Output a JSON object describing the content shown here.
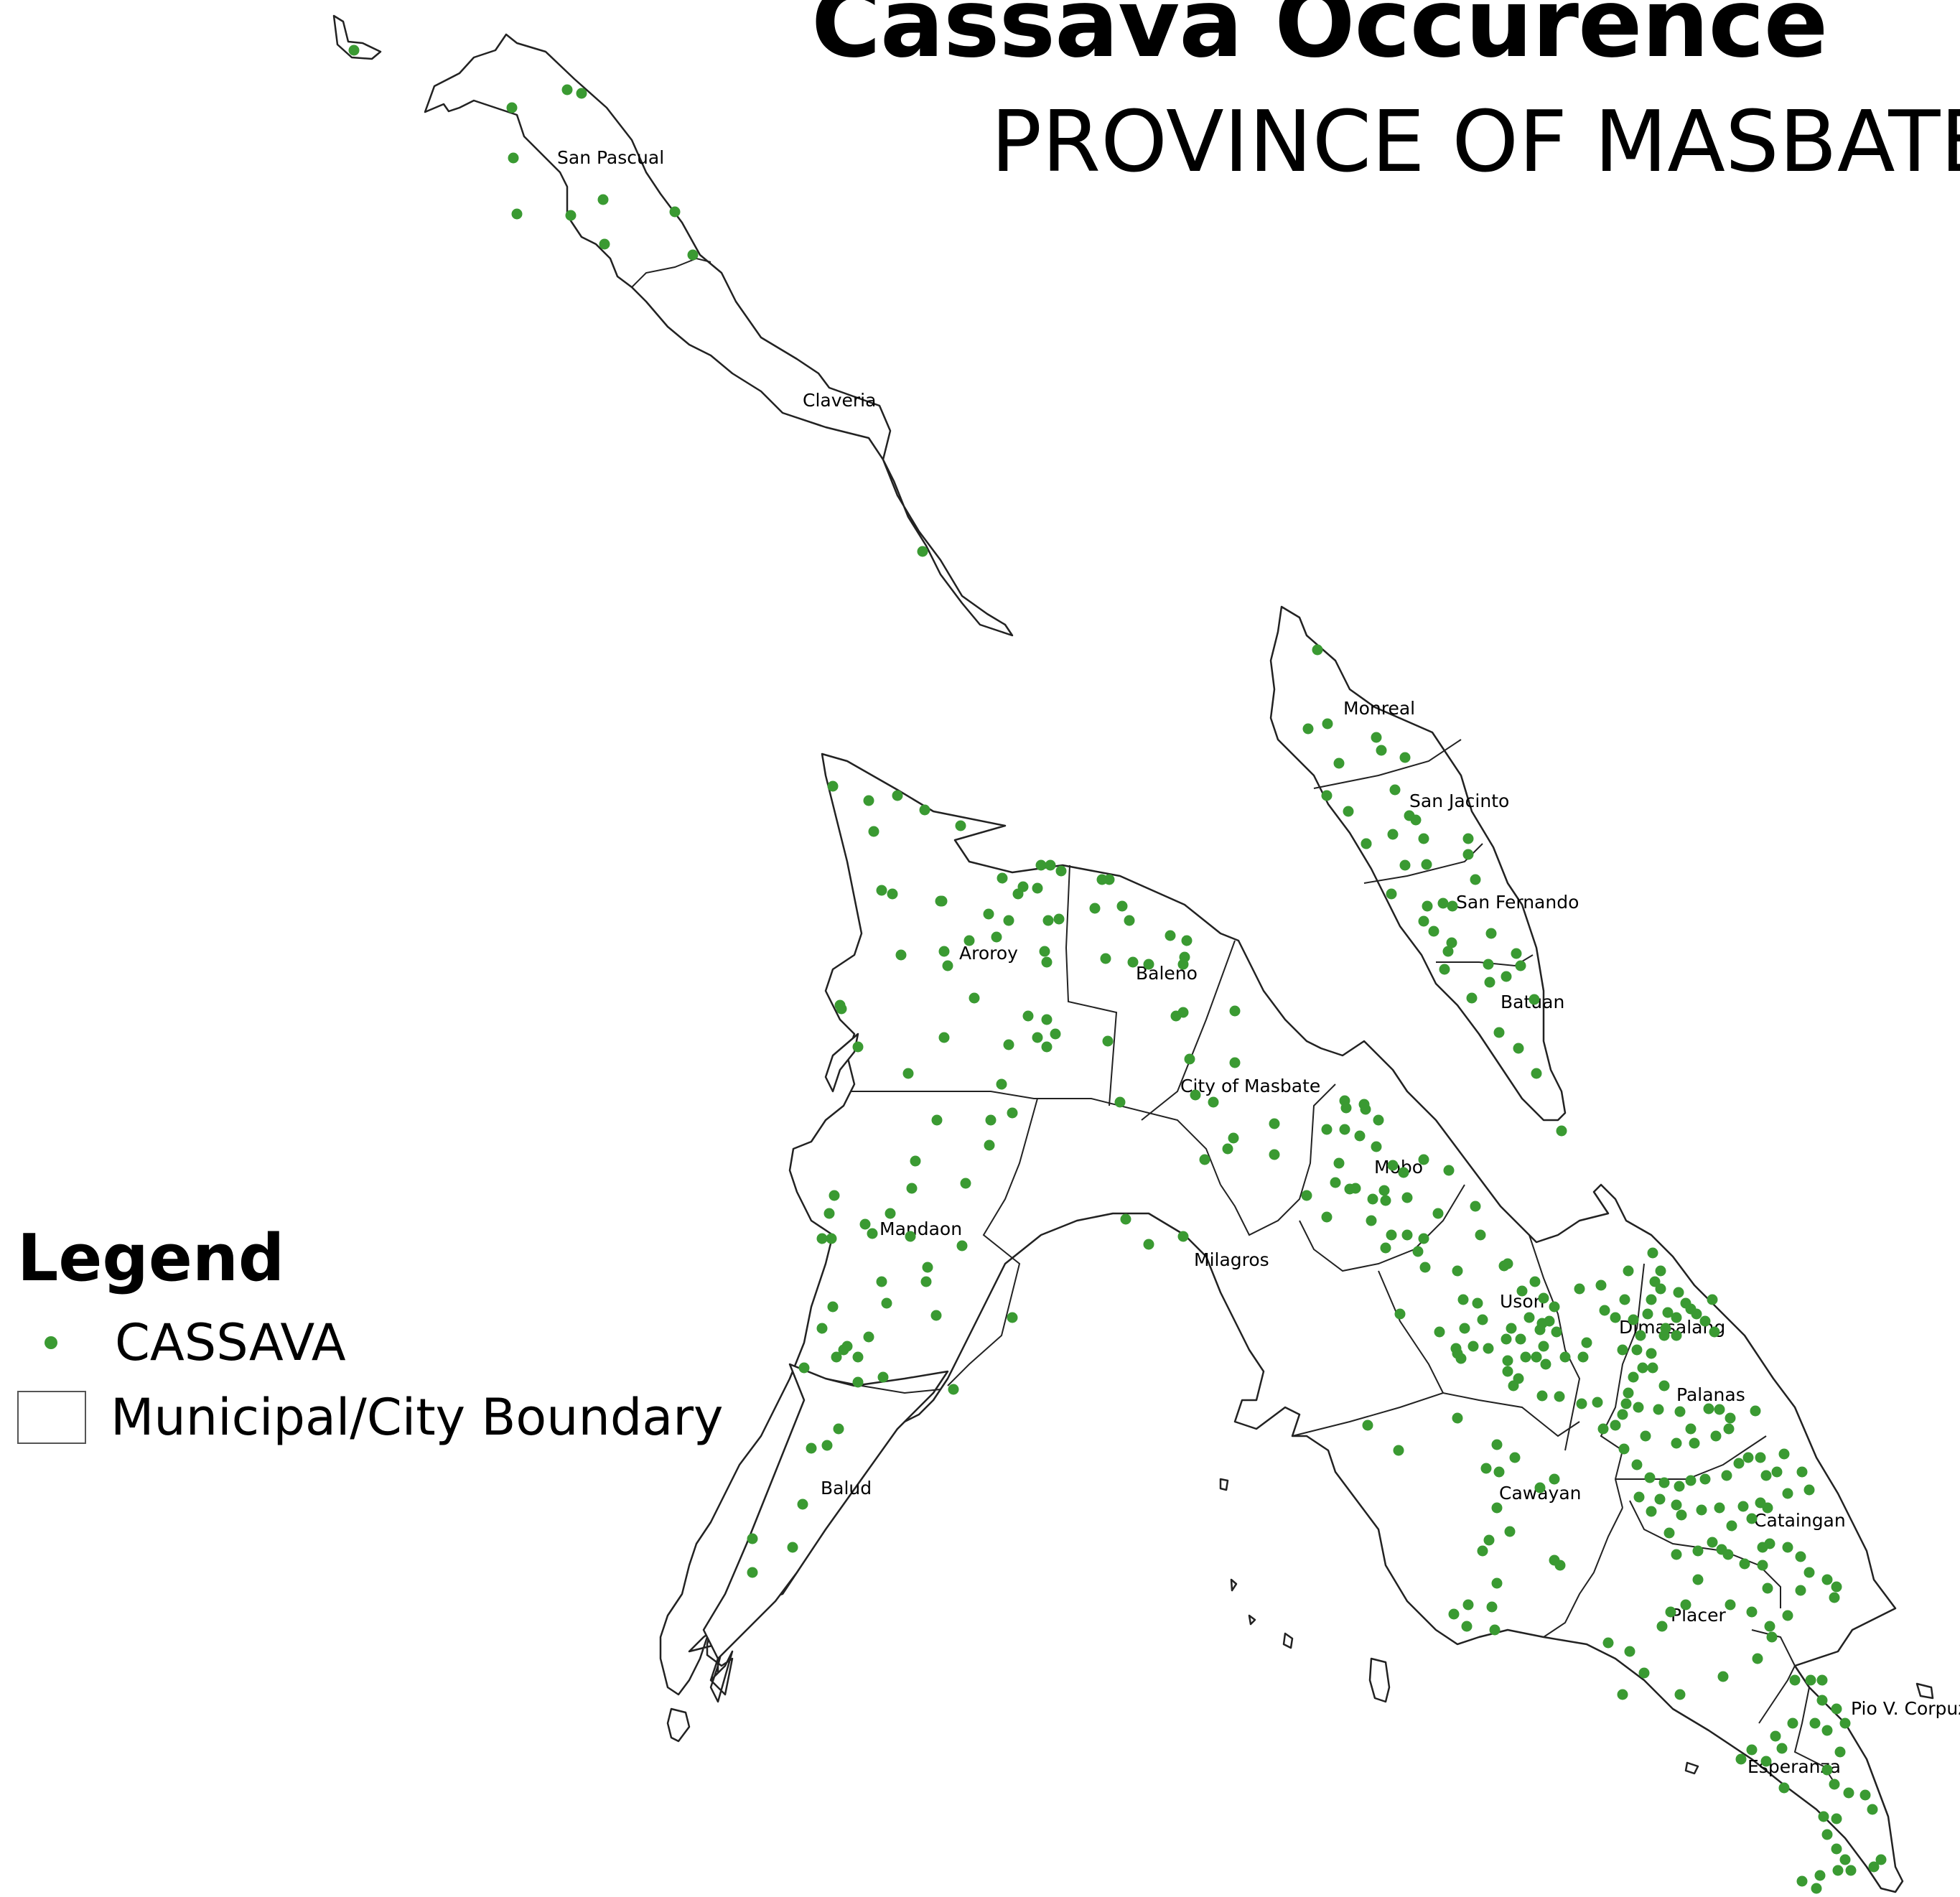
{
  "title": "Cassava Occurence",
  "subtitle": "PROVINCE OF MASBATE",
  "legend": {
    "title": "Legend",
    "items": [
      {
        "label": "CASSAVA",
        "symbol": "point",
        "color": "#3a9a32"
      },
      {
        "label": "Municipal/City Boundary",
        "symbol": "polygon",
        "color": "#ffffff"
      }
    ]
  },
  "municipalities": [
    "San Pascual",
    "Claveria",
    "Monreal",
    "San Jacinto",
    "San Fernando",
    "Batuan",
    "Aroroy",
    "Baleno",
    "City of Masbate",
    "Mobo",
    "Mandaon",
    "Milagros",
    "Uson",
    "Dimasalang",
    "Palanas",
    "Balud",
    "Cawayan",
    "Cataingan",
    "Placer",
    "Pio V. Corpuz",
    "Esperanza"
  ],
  "colors": {
    "cassava_point": "#3a9a32",
    "boundary": "#222222",
    "land": "#ffffff"
  }
}
